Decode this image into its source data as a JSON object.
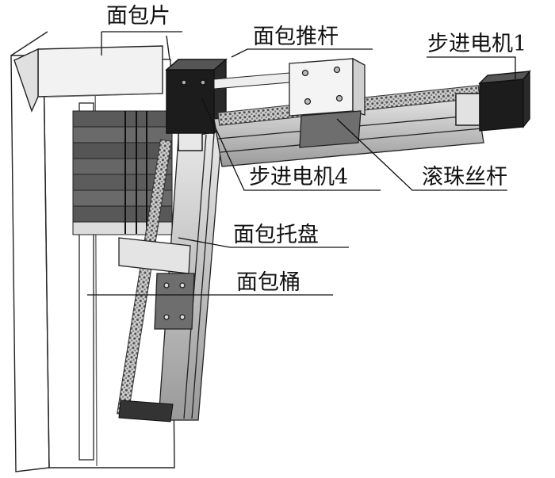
{
  "labels": {
    "bread_slice": "面包片",
    "bread_pusher": "面包推杆",
    "stepper_motor_1": "步进电机1",
    "stepper_motor_4": "步进电机4",
    "ball_screw": "滚珠丝杆",
    "bread_tray": "面包托盘",
    "bread_bucket": "面包桶"
  }
}
